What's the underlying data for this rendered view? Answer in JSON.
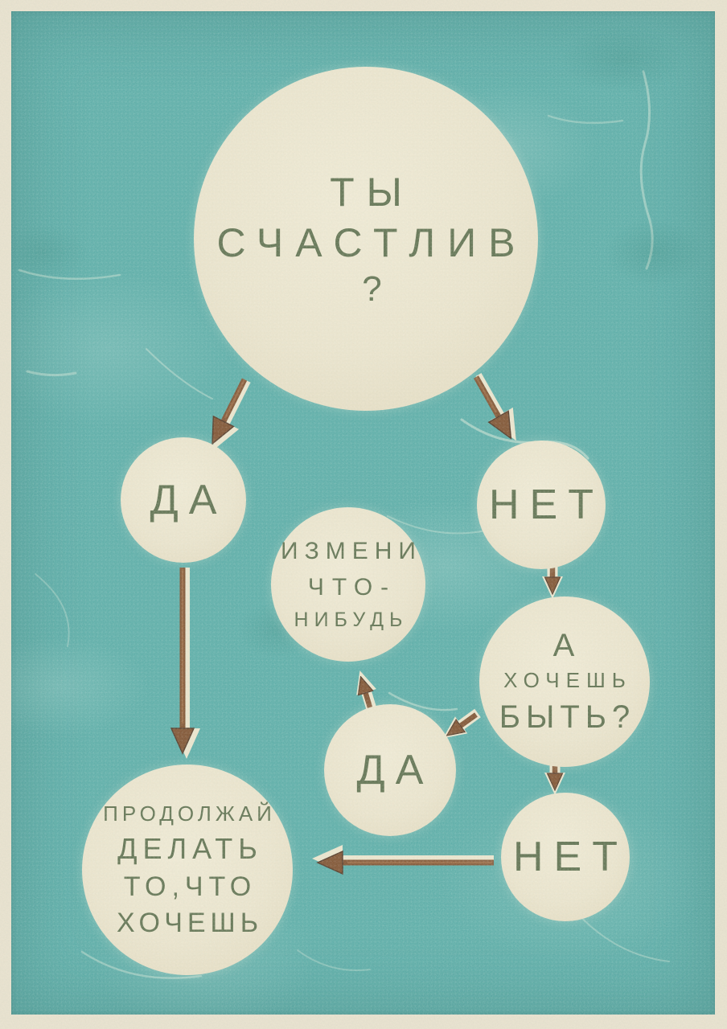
{
  "colors": {
    "background_teal": "#58aca7",
    "frame_cream": "#e9e1cd",
    "circle_cream": "#ece4cc",
    "text_olive": "#5d6e4c",
    "arrow_brown": "#7d4e2c",
    "arrow_highlight_cream": "#ece5cd"
  },
  "nodes": {
    "root": {
      "l1": "ТЫ",
      "l2": "СЧАСТЛИВ",
      "l3": "?"
    },
    "yes1": {
      "label": "ДА"
    },
    "no1": {
      "label": "НЕТ"
    },
    "change": {
      "l1": "ИЗМЕНИ",
      "l2": "ЧТО-",
      "l3": "НИБУДЬ"
    },
    "want": {
      "l1": "А",
      "l2": "ХОЧЕШЬ",
      "l3": "БЫТЬ?"
    },
    "yes2": {
      "label": "ДА"
    },
    "no2": {
      "label": "НЕТ"
    },
    "keep": {
      "l1": "ПРОДОЛЖАЙ",
      "l2": "ДЕЛАТЬ",
      "l3": "ТО,ЧТО",
      "l4": "ХОЧЕШЬ"
    }
  },
  "edges": [
    {
      "from": "root",
      "to": "yes1"
    },
    {
      "from": "root",
      "to": "no1"
    },
    {
      "from": "yes1",
      "to": "keep"
    },
    {
      "from": "no1",
      "to": "want"
    },
    {
      "from": "want",
      "to": "yes2"
    },
    {
      "from": "yes2",
      "to": "change"
    },
    {
      "from": "want",
      "to": "no2"
    },
    {
      "from": "no2",
      "to": "keep"
    }
  ]
}
